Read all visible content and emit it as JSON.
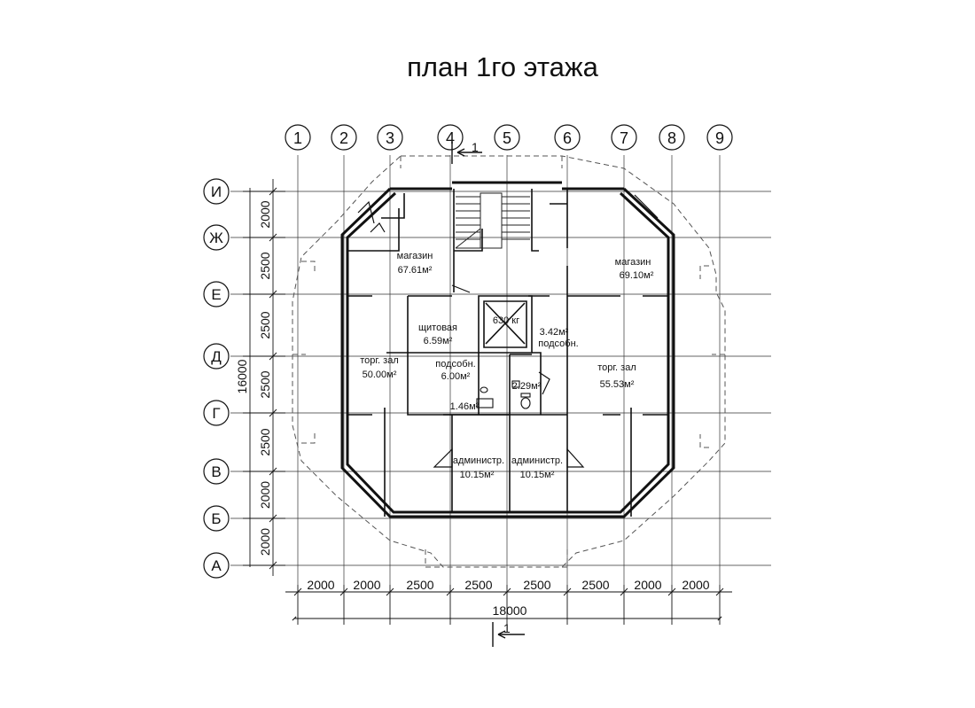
{
  "title": "план 1го этажа",
  "axes": {
    "columns": [
      "1",
      "2",
      "3",
      "4",
      "5",
      "6",
      "7",
      "8",
      "9"
    ],
    "rows": [
      "И",
      "Ж",
      "Е",
      "Д",
      "Г",
      "В",
      "Б",
      "А"
    ]
  },
  "dimensions": {
    "horizontal": [
      "2000",
      "2000",
      "2500",
      "2500",
      "2500",
      "2500",
      "2000",
      "2000"
    ],
    "horizontal_total": "18000",
    "vertical": [
      "2000",
      "2500",
      "2500",
      "2500",
      "2500",
      "2000",
      "2000"
    ],
    "vertical_total": "16000"
  },
  "section_marks": {
    "top": "1",
    "bottom": "1"
  },
  "elevator": {
    "capacity": "630 кг"
  },
  "rooms": [
    {
      "name": "магазин",
      "area": "67.61м²"
    },
    {
      "name": "магазин",
      "area": "69.10м²"
    },
    {
      "name": "щитовая",
      "area": "6.59м²"
    },
    {
      "name": "подсобн.",
      "area": "3.42м²"
    },
    {
      "name": "торг. зал",
      "area": "50.00м²"
    },
    {
      "name": "подсобн.",
      "area": "6.00м²"
    },
    {
      "name": "торг. зал",
      "area": "55.53м²"
    },
    {
      "name": "",
      "area": "2.29м²"
    },
    {
      "name": "",
      "area": "1.46м²"
    },
    {
      "name": "администр.",
      "area": "10.15м²"
    },
    {
      "name": "администр.",
      "area": "10.15м²"
    }
  ]
}
